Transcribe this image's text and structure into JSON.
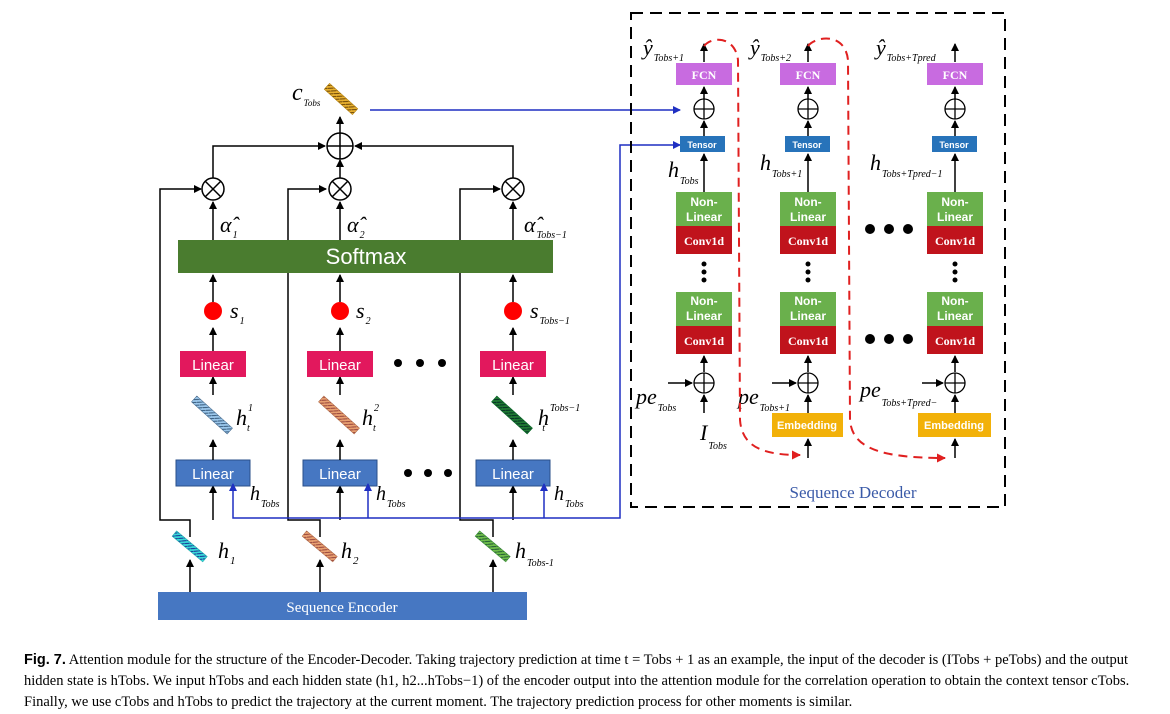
{
  "figure": {
    "caption": {
      "label": "Fig. 7.",
      "text": "Attention module for the structure of the Encoder-Decoder. Taking trajectory prediction at time t = Tobs + 1 as an example, the input of the decoder is (ITobs + peTobs) and the output hidden state is hTobs. We input hTobs and each hidden state (h1, h2...hTobs−1) of the encoder output into the attention module for the correlation operation to obtain the context tensor cTobs. Finally, we use cTobs and hTobs to predict the trajectory at the current moment. The trajectory prediction process for other moments is similar."
    }
  },
  "encoder": {
    "sequence_encoder_label": "Sequence Encoder",
    "softmax_label": "Softmax",
    "linear_label": "Linear",
    "columns": [
      {
        "h": "h",
        "h_sub": "1",
        "ht_sup": "1",
        "s_sub": "1",
        "alpha_sub": "1"
      },
      {
        "h": "h",
        "h_sub": "2",
        "ht_sup": "2",
        "s_sub": "2",
        "alpha_sub": "2"
      },
      {
        "h": "h",
        "h_sub": "Tobs-1",
        "ht_sup": "Tobs−1",
        "s_sub": "Tobs−1",
        "alpha_sub": "Tobs−1"
      }
    ],
    "h_t_symbol": "h",
    "h_t_sub": "t",
    "h_tobs_symbol": "h",
    "h_tobs_sub": "Tobs",
    "s_symbol": "s",
    "alpha_symbol": "α̂",
    "context_symbol": "c",
    "context_sub": "Tobs"
  },
  "decoder": {
    "title": "Sequence Decoder",
    "fcn_label": "FCN",
    "tensor_label": "Tensor",
    "nonlinear_label_1": "Non-",
    "nonlinear_label_2": "Linear",
    "conv_label": "Conv1d",
    "embedding_label": "Embedding",
    "y_symbol": "ŷ",
    "pe_symbol": "pe",
    "i_symbol": "I",
    "columns": [
      {
        "y_sub": "Tobs+1",
        "h_sub": "Tobs",
        "pe_sub": "Tobs",
        "input": "I",
        "input_sub": "Tobs"
      },
      {
        "y_sub": "Tobs+2",
        "h_sub": "Tobs+1",
        "pe_sub": "Tobs+1",
        "input": "Embedding"
      },
      {
        "y_sub": "Tobs+Tpred",
        "h_sub": "Tobs+Tpred−1",
        "pe_sub": "Tobs+Tpred−",
        "input": "Embedding"
      }
    ]
  },
  "colors": {
    "softmax": "#4a7c2f",
    "linear_red": "#e2185d",
    "linear_blue": "#4677c2",
    "encoder_bar": "#4677c2",
    "fcn": "#c86be0",
    "tensor": "#2773ba",
    "nonlinear": "#6ab04c",
    "conv": "#c0131c",
    "embedding": "#f2b109",
    "dot": "#ff0000",
    "blue_line": "#1f2fc2",
    "red_dash": "#e02020"
  }
}
